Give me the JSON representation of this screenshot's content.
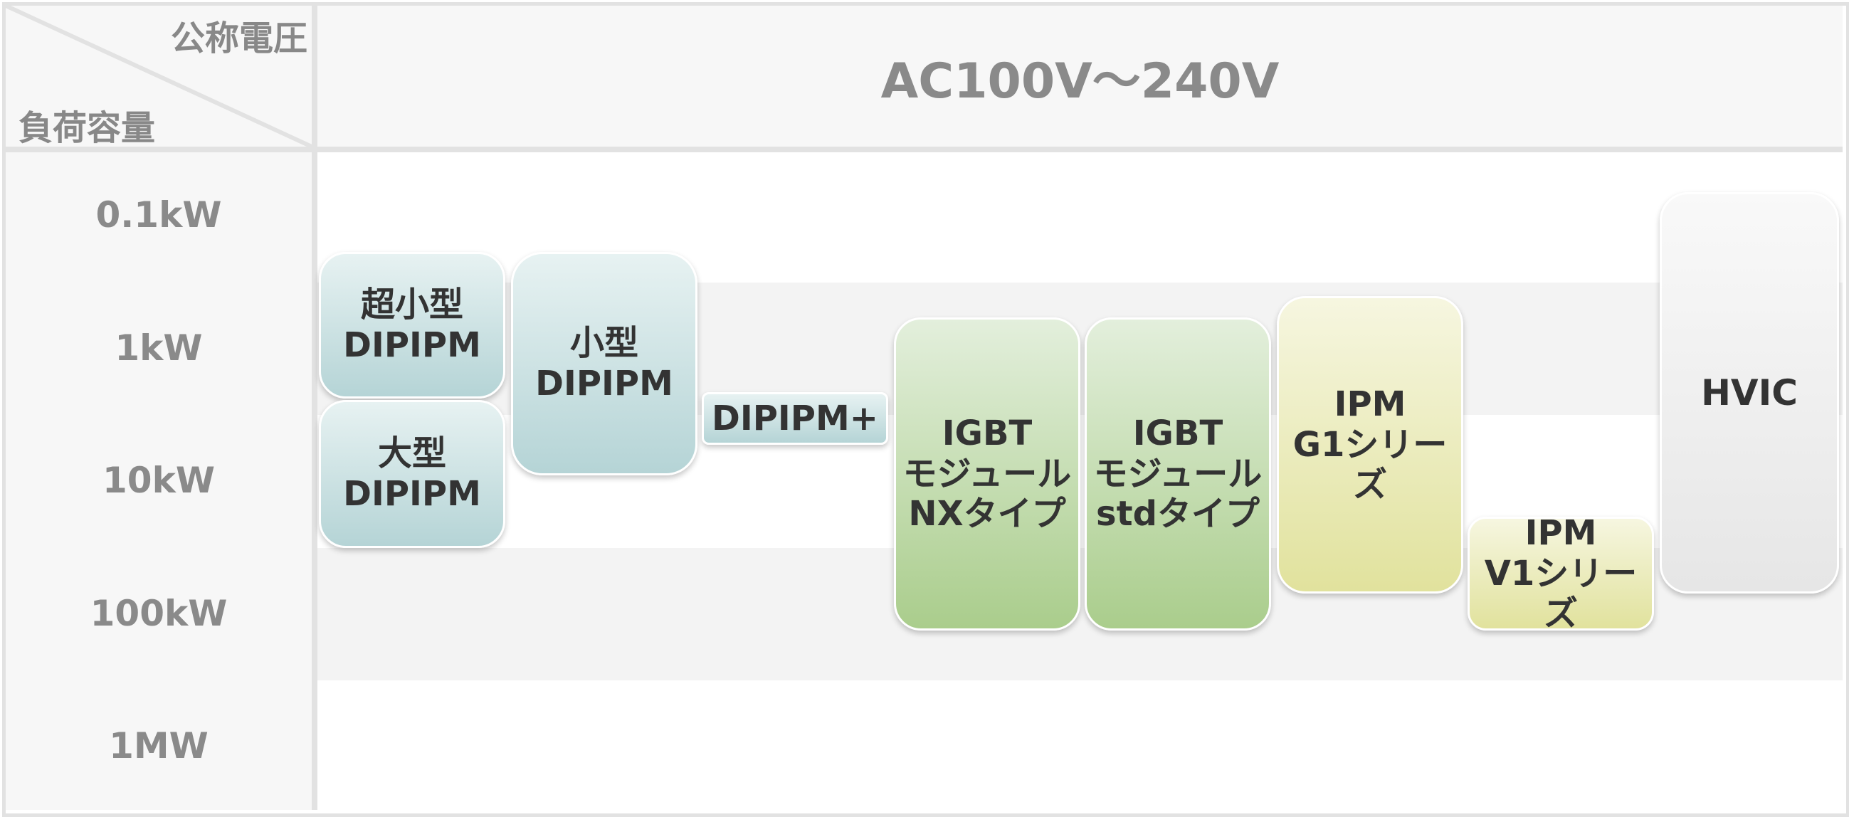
{
  "header": {
    "corner_top_label": "公称電圧",
    "corner_bottom_label": "負荷容量",
    "voltage_label": "AC100V～240V"
  },
  "rows": [
    "0.1kW",
    "1kW",
    "10kW",
    "100kW",
    "1MW"
  ],
  "products": {
    "ultra_small_dipipm": "超小型\nDIPIPM",
    "large_dipipm": "大型\nDIPIPM",
    "small_dipipm": "小型\nDIPIPM",
    "dipipm_plus": "DIPIPM+",
    "igbt_nx": "IGBT\nモジュール\nNXタイプ",
    "igbt_std": "IGBT\nモジュール\nstdタイプ",
    "ipm_g1": "IPM\nG1シリーズ",
    "ipm_v1": "IPM\nV1シリーズ",
    "hvic": "HVIC"
  },
  "colors": {
    "grid": "#e2e2e2",
    "header_bg": "#f7f7f7",
    "label_text": "#8a8a8a",
    "box_text": "#333333",
    "teal": "#b5d4d6",
    "green": "#aacd8c",
    "yellow": "#e1e29d",
    "gray": "#e6e6e6"
  }
}
